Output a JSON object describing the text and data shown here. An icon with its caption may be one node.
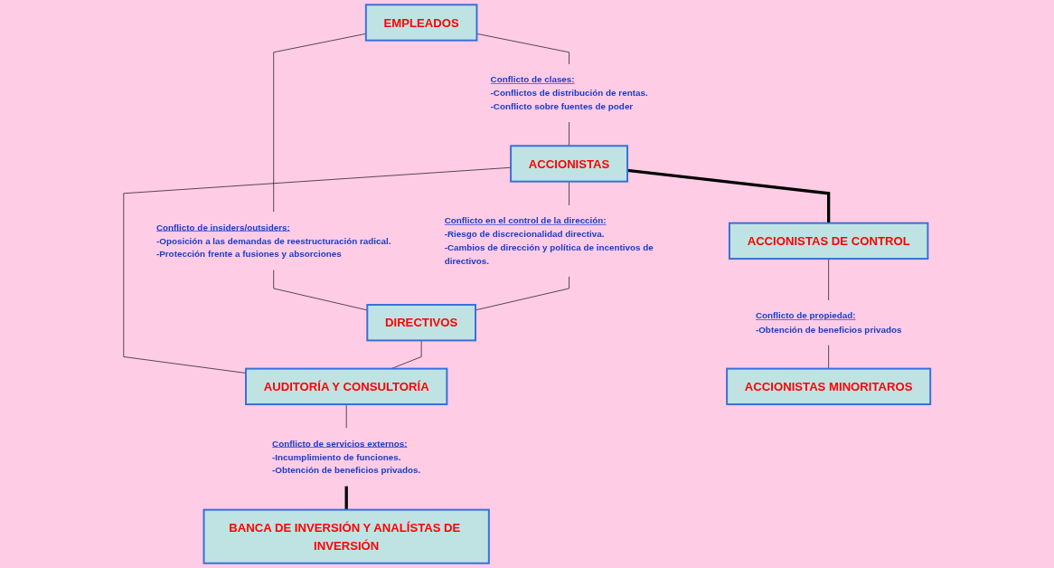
{
  "diagram": {
    "nodes": [
      {
        "text": [
          "EMPLEADOS"
        ]
      },
      {
        "text": [
          "Conflicto de clases:",
          "-Conflictos de distribución de rentas.",
          "-Conflicto sobre fuentes de poder"
        ]
      },
      {
        "text": [
          "Conflicto de insiders/outsiders:",
          "-Oposición a las demandas de reestructuración radical.",
          "-Protección frente a fusiones y absorciones"
        ]
      },
      {
        "text": [
          "ACCIONISTAS"
        ]
      },
      {
        "text": [
          "Conflicto en el control de la dirección:",
          "-Riesgo de discrecionalidad directiva.",
          "-Cambios de dirección y política de incentivos de directivos."
        ]
      },
      {
        "text": [
          "DIRECTIVOS"
        ]
      },
      {
        "text": [
          "ACCIONISTAS DE CONTROL"
        ]
      },
      {
        "text": [
          "AUDITORÍA Y CONSULTORÍA"
        ]
      },
      {
        "text": [
          "Conflicto de propiedad:",
          "-Obtención de beneficios privados"
        ]
      },
      {
        "text": [
          "Conflicto de servicios externos:",
          "-Incumplimiento de funciones.",
          "-Obtención de beneficios privados."
        ]
      },
      {
        "text": [
          "ACCIONISTAS MINORITAROS"
        ]
      },
      {
        "text": [
          "BANCA DE INVERSIÓN Y ANALÍSTAS DE INVERSIÓN"
        ]
      }
    ],
    "edges": [
      {
        "from": 0,
        "to": 1,
        "arrow": "none"
      },
      {
        "from": 0,
        "to": 2,
        "arrow": "none"
      },
      {
        "from": 1,
        "to": 3,
        "arrow": "none"
      },
      {
        "from": 2,
        "to": 5,
        "arrow": "none"
      },
      {
        "from": 3,
        "to": 4,
        "arrow": "none"
      },
      {
        "from": 4,
        "to": 5,
        "arrow": "none"
      },
      {
        "from": 3,
        "to": 6,
        "arrow": "none",
        "style": "thick"
      },
      {
        "from": 3,
        "to": 7,
        "arrow": "none"
      },
      {
        "from": 5,
        "to": 7,
        "arrow": "none"
      },
      {
        "from": 6,
        "to": 8,
        "arrow": "none"
      },
      {
        "from": 8,
        "to": 10,
        "arrow": "none"
      },
      {
        "from": 7,
        "to": 9,
        "arrow": "none"
      },
      {
        "from": 9,
        "to": 11,
        "arrow": "none",
        "style": "thick"
      }
    ]
  }
}
